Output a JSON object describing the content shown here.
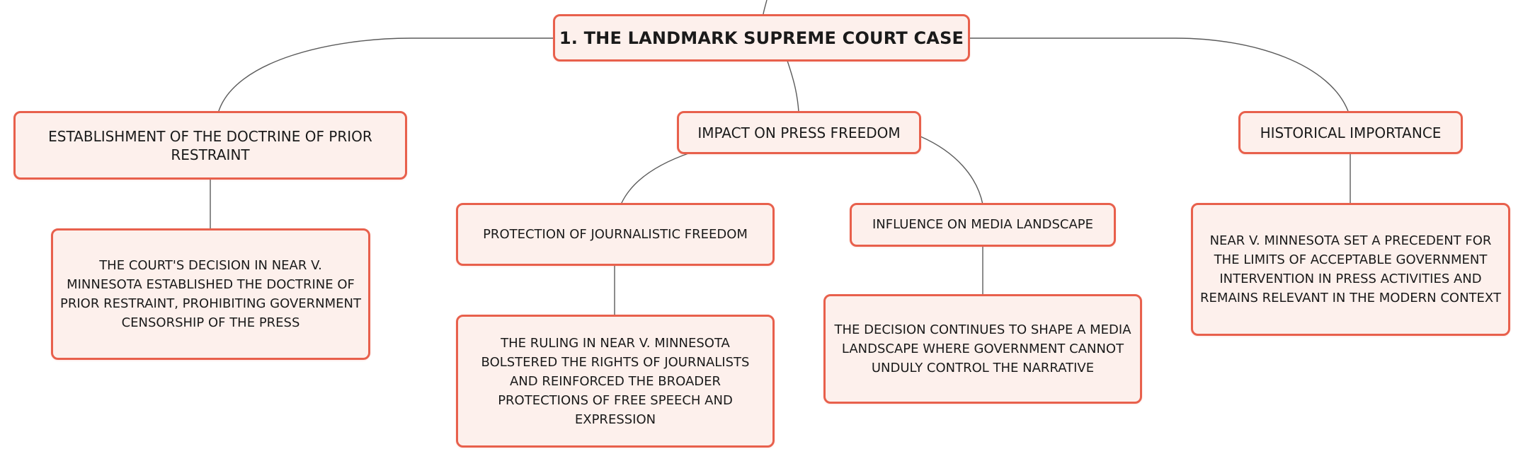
{
  "diagram": {
    "root": {
      "label": "1. THE LANDMARK SUPREME COURT CASE"
    },
    "branches": {
      "prior_restraint": {
        "label": "ESTABLISHMENT OF THE DOCTRINE OF PRIOR RESTRAINT",
        "detail": "THE COURT'S DECISION IN NEAR V. MINNESOTA ESTABLISHED THE DOCTRINE OF PRIOR RESTRAINT, PROHIBITING GOVERNMENT CENSORSHIP OF THE PRESS"
      },
      "press_freedom": {
        "label": "IMPACT ON PRESS FREEDOM",
        "children": {
          "journalistic": {
            "label": "PROTECTION OF JOURNALISTIC FREEDOM",
            "detail": "THE RULING IN NEAR V. MINNESOTA BOLSTERED THE RIGHTS OF JOURNALISTS AND REINFORCED THE BROADER PROTECTIONS OF FREE SPEECH AND EXPRESSION"
          },
          "media_landscape": {
            "label": "INFLUENCE ON MEDIA LANDSCAPE",
            "detail": "THE DECISION CONTINUES TO SHAPE A MEDIA LANDSCAPE WHERE GOVERNMENT CANNOT UNDULY CONTROL THE NARRATIVE"
          }
        }
      },
      "historical": {
        "label": "HISTORICAL IMPORTANCE",
        "detail": "NEAR V. MINNESOTA SET A PRECEDENT FOR THE LIMITS OF ACCEPTABLE GOVERNMENT INTERVENTION IN PRESS ACTIVITIES AND REMAINS RELEVANT IN THE MODERN CONTEXT"
      }
    }
  },
  "colors": {
    "node_border": "#e8604c",
    "node_fill": "#fdf0ec",
    "connector": "#5b5b5b",
    "text": "#1a1a1a"
  }
}
